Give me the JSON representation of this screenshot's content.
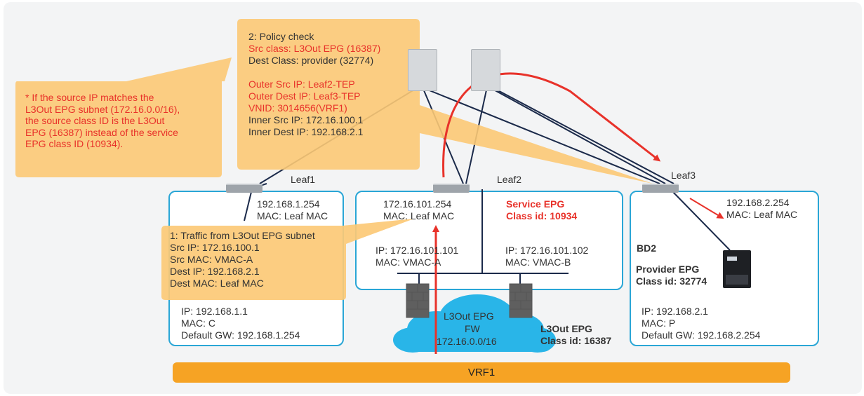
{
  "callout_note": {
    "lines": [
      "* If the source IP matches the",
      "L3Out EPG subnet (172.16.0.0/16),",
      "the source class ID is the L3Out",
      "EPG (16387) instead of the service",
      "EPG class ID (10934)."
    ]
  },
  "policy_check": {
    "title": "2: Policy check",
    "src_class": "Src class: L3Out EPG (16387)",
    "dest_class": "Dest Class: provider (32774)",
    "outer_src_ip": "Outer Src IP: Leaf2-TEP",
    "outer_dest_ip": "Outer Dest IP: Leaf3-TEP",
    "vnid": "VNID: 3014656(VRF1)",
    "inner_src_ip": "Inner Src IP: 172.16.100.1",
    "inner_dest_ip": "Inner Dest IP: 192.168.2.1"
  },
  "traffic": {
    "title": "1: Traffic from L3Out EPG subnet",
    "src_ip": "Src IP: 172.16.100.1",
    "src_mac": "Src MAC: VMAC-A",
    "dest_ip": "Dest IP: 192.168.2.1",
    "dest_mac": "Dest MAC: Leaf MAC"
  },
  "leaves": {
    "leaf1": "Leaf1",
    "leaf2": "Leaf2",
    "leaf3": "Leaf3"
  },
  "left_box": {
    "gw_ip": "192.168.1.254",
    "gw_mac": "MAC: Leaf MAC",
    "host_ip": "IP: 192.168.1.1",
    "host_mac": "MAC: C",
    "host_gw": "Default GW: 192.168.1.254"
  },
  "middle_box": {
    "gw_ip": "172.16.101.254",
    "gw_mac": "MAC: Leaf MAC",
    "service_epg": "Service EPG",
    "service_class": "Class id: 10934",
    "fw_a_ip": "IP: 172.16.101.101",
    "fw_a_mac": "MAC: VMAC-A",
    "fw_b_ip": "IP: 172.16.101.102",
    "fw_b_mac": "MAC: VMAC-B"
  },
  "cloud": {
    "line1": "L3Out EPG",
    "line2": "FW",
    "line3": "172.16.0.0/16"
  },
  "l3out_label": {
    "line1": "L3Out EPG",
    "line2": "Class id: 16387"
  },
  "right_box": {
    "gw_ip": "192.168.2.254",
    "gw_mac": "MAC: Leaf MAC",
    "bd": "BD2",
    "provider_epg": "Provider EPG",
    "provider_class": "Class id: 32774",
    "host_ip": "IP: 192.168.2.1",
    "host_mac": "MAC: P",
    "host_gw": "Default GW: 192.168.2.254"
  },
  "vrf": "VRF1",
  "colors": {
    "callout": "#fcc976",
    "red": "#e8322a",
    "box_border": "#2aa6d6",
    "cloud": "#29b5e8",
    "vrf": "#f6a324",
    "link": "#1b2a4a"
  }
}
